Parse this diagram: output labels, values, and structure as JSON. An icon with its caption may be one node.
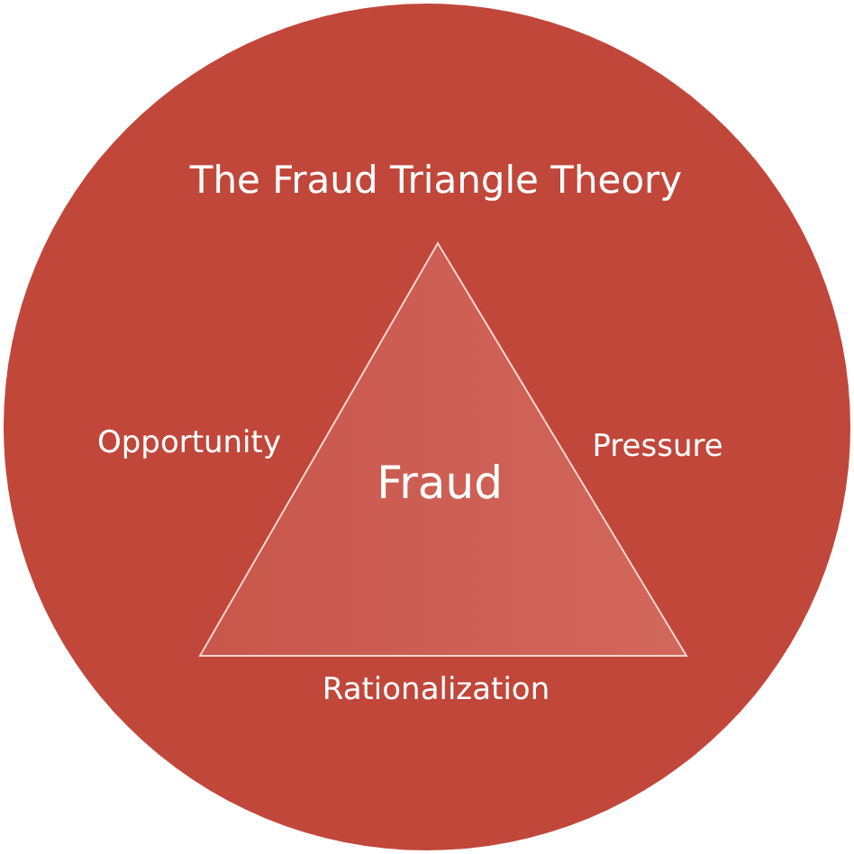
{
  "diagram": {
    "nodes": [
      {
        "text": [
          "The Fraud Triangle Theory"
        ]
      },
      {
        "text": [
          "Fraud"
        ],
        "in": 0
      }
    ],
    "labels": [
      "Opportunity",
      "Pressure",
      "Rationalization"
    ]
  }
}
